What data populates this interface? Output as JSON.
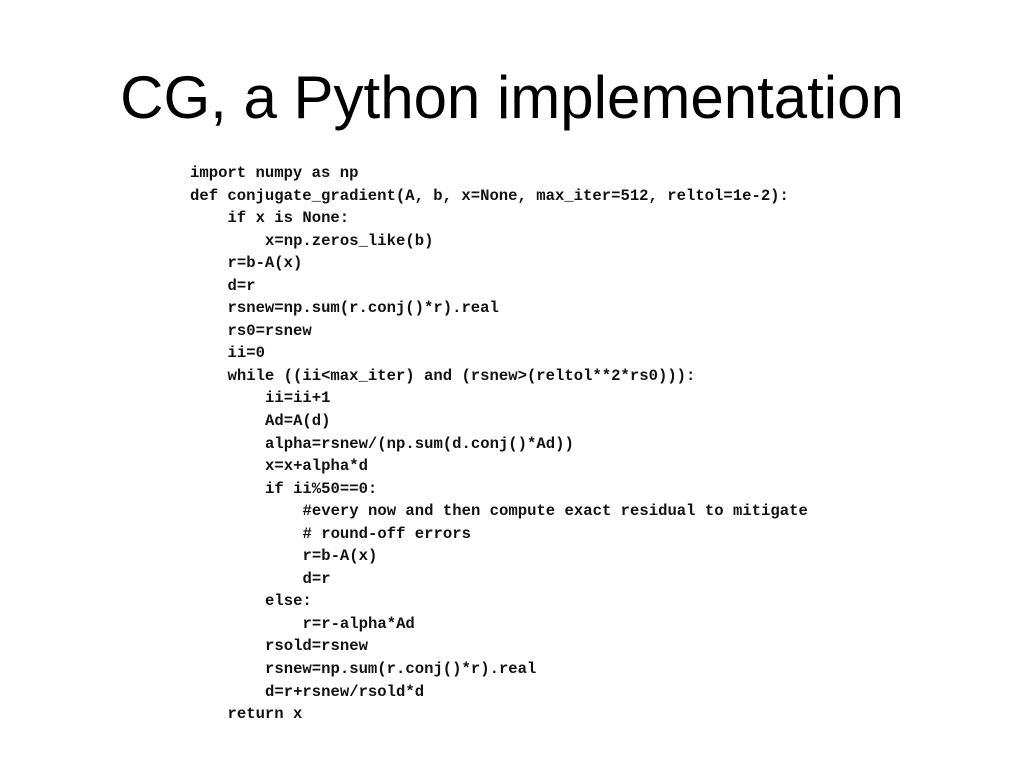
{
  "slide": {
    "title": "CG, a Python implementation",
    "code_lines": [
      {
        "indent": 0,
        "text": "import numpy as np"
      },
      {
        "indent": 0,
        "text": "def conjugate_gradient(A, b, x=None, max_iter=512, reltol=1e-2):"
      },
      {
        "indent": 1,
        "text": "if x is None:"
      },
      {
        "indent": 2,
        "text": "x=np.zeros_like(b)"
      },
      {
        "indent": 1,
        "text": "r=b-A(x)"
      },
      {
        "indent": 1,
        "text": "d=r"
      },
      {
        "indent": 1,
        "text": "rsnew=np.sum(r.conj()*r).real"
      },
      {
        "indent": 1,
        "text": "rs0=rsnew"
      },
      {
        "indent": 1,
        "text": "ii=0"
      },
      {
        "indent": 1,
        "text": "while ((ii<max_iter) and (rsnew>(reltol**2*rs0))):"
      },
      {
        "indent": 2,
        "text": "ii=ii+1"
      },
      {
        "indent": 2,
        "text": "Ad=A(d)"
      },
      {
        "indent": 2,
        "text": "alpha=rsnew/(np.sum(d.conj()*Ad))"
      },
      {
        "indent": 2,
        "text": "x=x+alpha*d"
      },
      {
        "indent": 2,
        "text": "if ii%50==0:"
      },
      {
        "indent": 3,
        "text": "#every now and then compute exact residual to mitigate"
      },
      {
        "indent": 3,
        "text": "# round-off errors"
      },
      {
        "indent": 3,
        "text": "r=b-A(x)"
      },
      {
        "indent": 3,
        "text": "d=r"
      },
      {
        "indent": 2,
        "text": "else:"
      },
      {
        "indent": 3,
        "text": "r=r-alpha*Ad"
      },
      {
        "indent": 2,
        "text": "rsold=rsnew"
      },
      {
        "indent": 2,
        "text": "rsnew=np.sum(r.conj()*r).real"
      },
      {
        "indent": 2,
        "text": "d=r+rsnew/rsold*d"
      },
      {
        "indent": 1,
        "text": "return x"
      }
    ]
  }
}
